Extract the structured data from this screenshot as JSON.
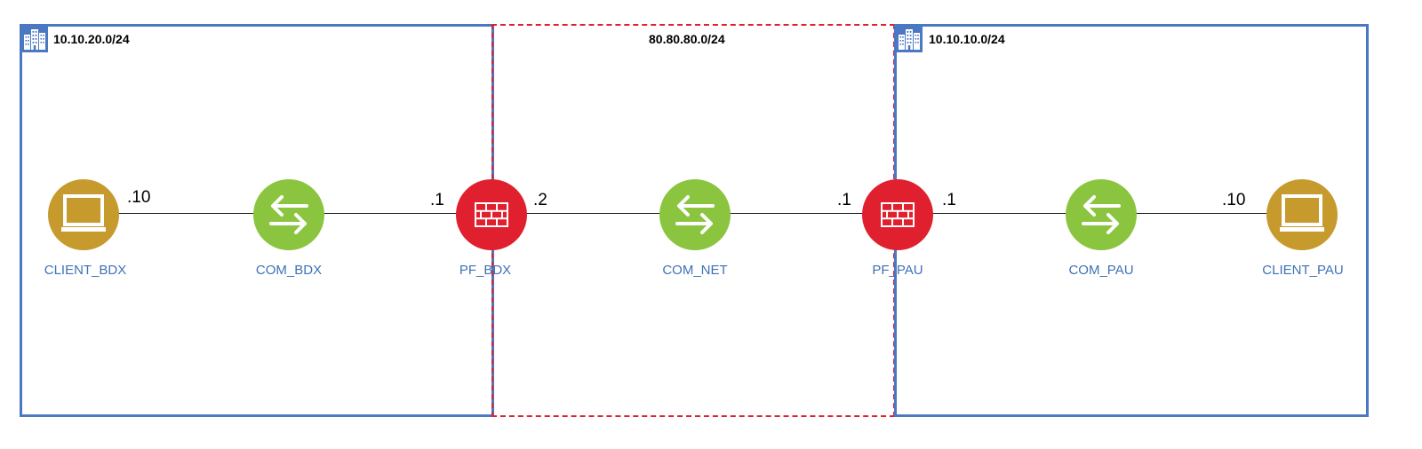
{
  "zones": {
    "bdx": {
      "label": "10.10.20.0/24",
      "icon": "building-icon",
      "color": "#4a78c2"
    },
    "net": {
      "label": "80.80.80.0/24",
      "color": "#e02030"
    },
    "pau": {
      "label": "10.10.10.0/24",
      "icon": "building-icon",
      "color": "#4a78c2"
    }
  },
  "nodes": {
    "client_bdx": {
      "label": "CLIENT_BDX",
      "icon": "monitor-icon",
      "color": "#c79a2e"
    },
    "com_bdx": {
      "label": "COM_BDX",
      "icon": "switch-arrows-icon",
      "color": "#8bc53f"
    },
    "pf_bdx": {
      "label": "PF_BDX",
      "icon": "firewall-brick-icon",
      "color": "#e0202e"
    },
    "com_net": {
      "label": "COM_NET",
      "icon": "switch-arrows-icon",
      "color": "#8bc53f"
    },
    "pf_pau": {
      "label": "PF_PAU",
      "icon": "firewall-brick-icon",
      "color": "#e0202e"
    },
    "com_pau": {
      "label": "COM_PAU",
      "icon": "switch-arrows-icon",
      "color": "#8bc53f"
    },
    "client_pau": {
      "label": "CLIENT_PAU",
      "icon": "monitor-icon",
      "color": "#c79a2e"
    }
  },
  "interfaces": {
    "client_bdx": ".10",
    "pf_bdx_lan": ".1",
    "pf_bdx_wan": ".2",
    "pf_pau_wan": ".1",
    "pf_pau_lan": ".1",
    "client_pau": ".10"
  },
  "label_color": "#3e72b6"
}
